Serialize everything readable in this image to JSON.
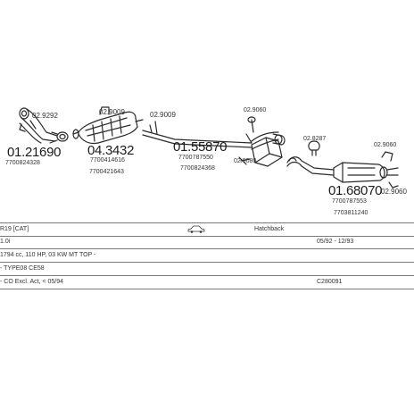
{
  "parts": {
    "p1": {
      "number": "01.21690",
      "ref": "7700824328",
      "clip": "02.9292"
    },
    "p2": {
      "number": "04.3432",
      "ref1": "7700414616",
      "ref2": "7700421643",
      "clip": "02.9009"
    },
    "p3": {
      "number": "01.55870",
      "ref1": "7700787550",
      "ref2": "7700824368",
      "clip": "02.9009"
    },
    "p4": {
      "clip_top": "02.9060",
      "clip_side": "02.9080"
    },
    "p5": {
      "number": "01.68070",
      "ref1": "7700787553",
      "ref2": "7703811240",
      "clip_a": "02.8287",
      "clip_b": "02.9060",
      "clip_c": "02.9060"
    }
  },
  "vehicle": {
    "model": "R19  [CAT]",
    "body_type": "Hatchback",
    "engine": "1.0i",
    "date_range": "05/92 - 12/93",
    "specs": "1794 cc, 110 HP, 03 KW MT TOP -",
    "engine_code": "- TYPE08 CE58",
    "notes": "- CO Excl. Act, < 05/94",
    "catalog_code": "C280091"
  }
}
